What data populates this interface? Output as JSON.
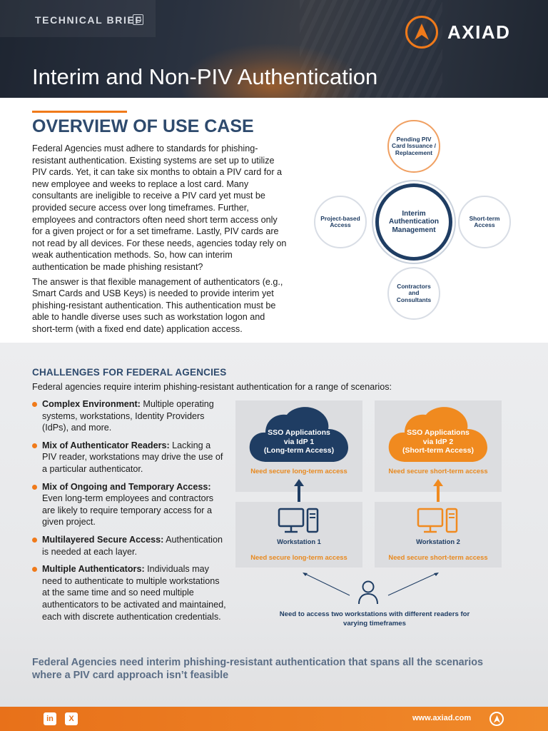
{
  "header": {
    "brief_label": "TECHNICAL BRIEF",
    "logo_text": "AXIAD",
    "title": "Interim and Non-PIV Authentication"
  },
  "overview": {
    "title": "OVERVIEW OF USE CASE",
    "paragraphs": [
      "Federal Agencies must adhere to standards for phishing-resistant authentication. Existing systems are set up to utilize PIV cards. Yet, it can take six months to obtain a PIV card for a new employee and weeks to replace a lost card. Many consultants are ineligible to receive a PIV card yet must be provided secure access over long timeframes. Further, employees and contractors often need short term access only for a given project or for a set timeframe. Lastly, PIV cards are not read by all devices. For these needs, agencies today rely on weak authentication methods. So, how can interim authentication be made phishing resistant?",
      "The answer is that flexible management of authenticators (e.g., Smart Cards and USB Keys) is needed to provide interim yet phishing-resistant authentication. This authentication must be able to handle diverse uses such as workstation logon and short-term (with a fixed end date) application access."
    ]
  },
  "diagram": {
    "center": "Interim Authentication Management",
    "top": "Pending PIV Card Issuance / Replacement",
    "left": "Project-based Access",
    "right": "Short-term Access",
    "bottom": "Contractors and Consultants"
  },
  "challenges": {
    "title": "CHALLENGES FOR FEDERAL AGENCIES",
    "subtitle": "Federal agencies require interim phishing-resistant authentication for a range of scenarios:",
    "items": [
      {
        "title": "Complex Environment:",
        "text": " Multiple operating systems, workstations, Identity Providers (IdPs), and more."
      },
      {
        "title": "Mix of Authenticator Readers:",
        "text": " Lacking a PIV reader, workstations may drive the use of a particular authenticator."
      },
      {
        "title": "Mix of Ongoing and Temporary Access:",
        "text": " Even long-term employees and contractors are likely to require temporary access for a given project."
      },
      {
        "title": "Multilayered Secure Access:",
        "text": " Authentication is needed at each layer."
      },
      {
        "title": "Multiple Authenticators:",
        "text": " Individuals may need to authenticate to multiple workstations at the same time and so need multiple authenticators to be activated and maintained, each with discrete authentication credentials."
      }
    ]
  },
  "scenario": {
    "cloud1": [
      "SSO Applications",
      "via IdP 1",
      "(Long-term Access)"
    ],
    "cloud2": [
      "SSO Applications",
      "via IdP 2",
      "(Short-term Access)"
    ],
    "need_long": "Need secure long-term access",
    "need_short": "Need secure short-term access",
    "ws1": "Workstation 1",
    "ws2": "Workstation 2",
    "person_note": "Need to access two workstations with different readers for varying timeframes",
    "colors": {
      "navy": "#1f3d63",
      "orange": "#f08a1f"
    }
  },
  "conclusion": "Federal Agencies need interim phishing-resistant authentication that spans all the scenarios where a PIV card approach isn’t feasible",
  "footer": {
    "linkedin": "in",
    "x": "X",
    "url": "www.axiad.com"
  }
}
